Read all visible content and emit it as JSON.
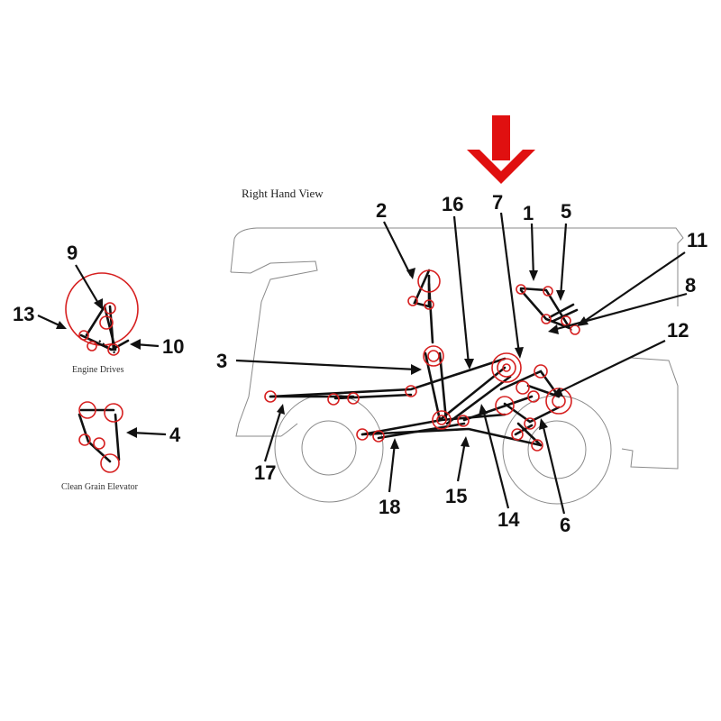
{
  "diagram": {
    "title": "Right Hand View",
    "captions": {
      "engine_drives": "Engine Drives",
      "clean_grain_elevator": "Clean Grain Elevator"
    },
    "callouts": {
      "c1": "1",
      "c2": "2",
      "c3": "3",
      "c4": "4",
      "c5": "5",
      "c6": "6",
      "c7": "7",
      "c8": "8",
      "c9": "9",
      "c10": "10",
      "c11": "11",
      "c12": "12",
      "c13": "13",
      "c14": "14",
      "c15": "15",
      "c16": "16",
      "c17": "17",
      "c18": "18"
    },
    "colors": {
      "pulley": "#d62020",
      "highlight_arrow": "#e01010",
      "belt": "#111111",
      "outline": "#8a8a8a"
    },
    "highlighted_callout": "7"
  }
}
